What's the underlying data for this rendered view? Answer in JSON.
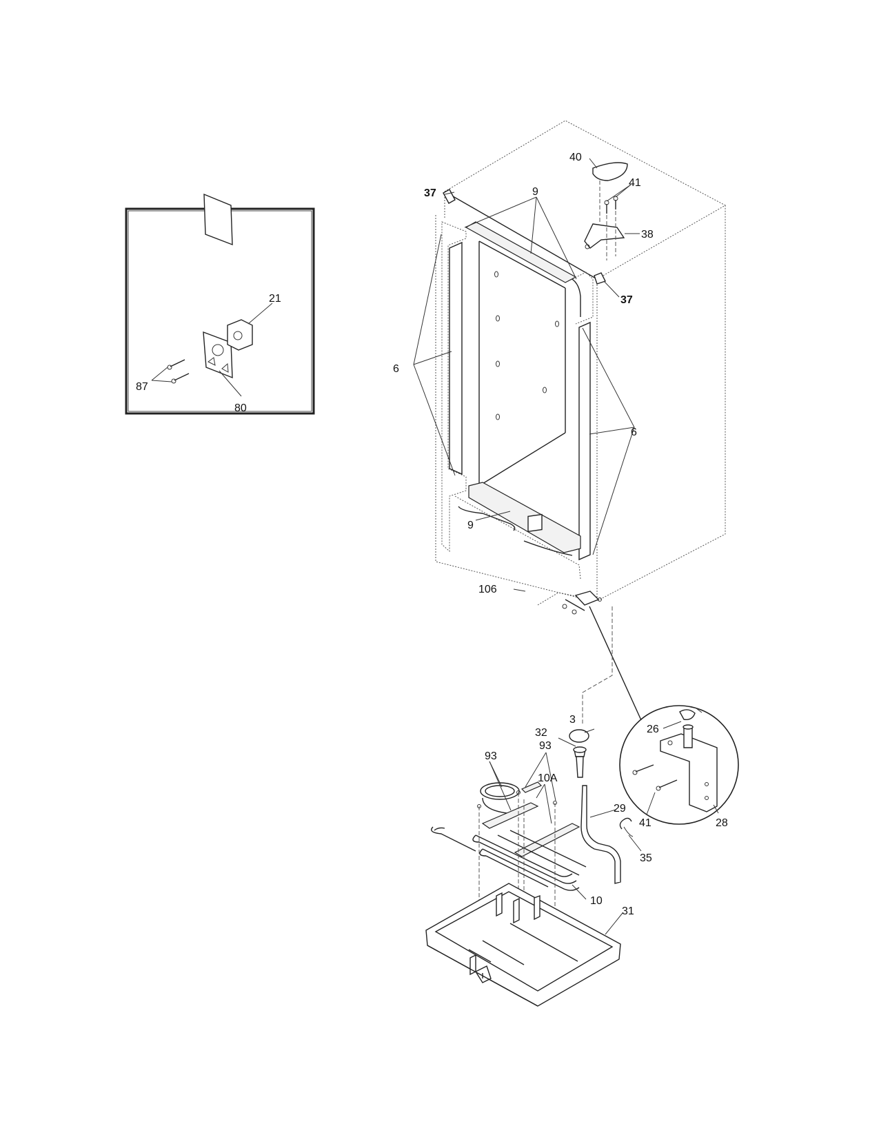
{
  "callouts": {
    "c21": "21",
    "c87": "87",
    "c80": "80",
    "c37a": "37",
    "c37b": "37",
    "c40": "40",
    "c41a": "41",
    "c38": "38",
    "c9a": "9",
    "c9b": "9",
    "c6a": "6",
    "c6b": "6",
    "c106": "106",
    "c3": "3",
    "c32": "32",
    "c93a": "93",
    "c93b": "93",
    "c10a": "10A",
    "c29": "29",
    "c35": "35",
    "c10": "10",
    "c31": "31",
    "c26": "26",
    "c41b": "41",
    "c28": "28"
  }
}
